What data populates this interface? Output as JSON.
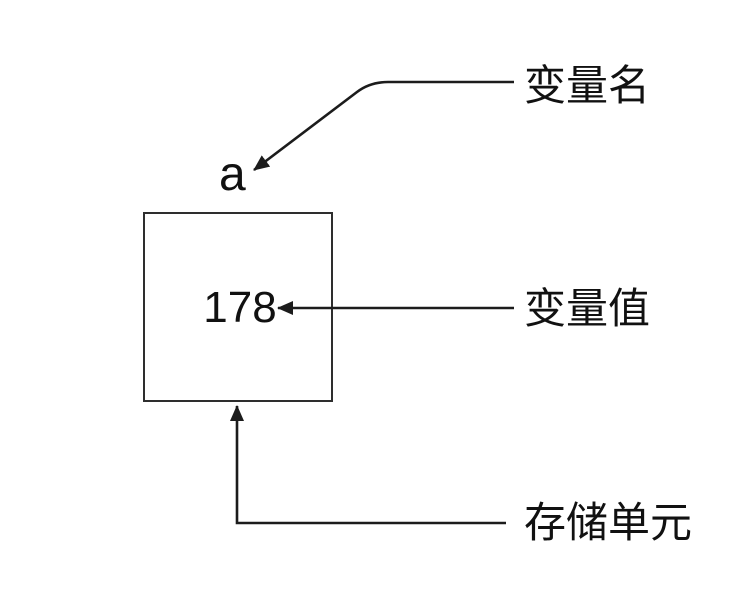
{
  "figure": {
    "variable_name": "a",
    "storage_cell": {
      "value": "178"
    },
    "labels": {
      "variable_name_label": "变量名",
      "variable_value_label": "变量值",
      "storage_unit_label": "存储单元"
    },
    "colors": {
      "line": "#1c1c1c",
      "text": "#111111",
      "box_border": "#2e2e2e",
      "background": "#ffffff"
    }
  }
}
